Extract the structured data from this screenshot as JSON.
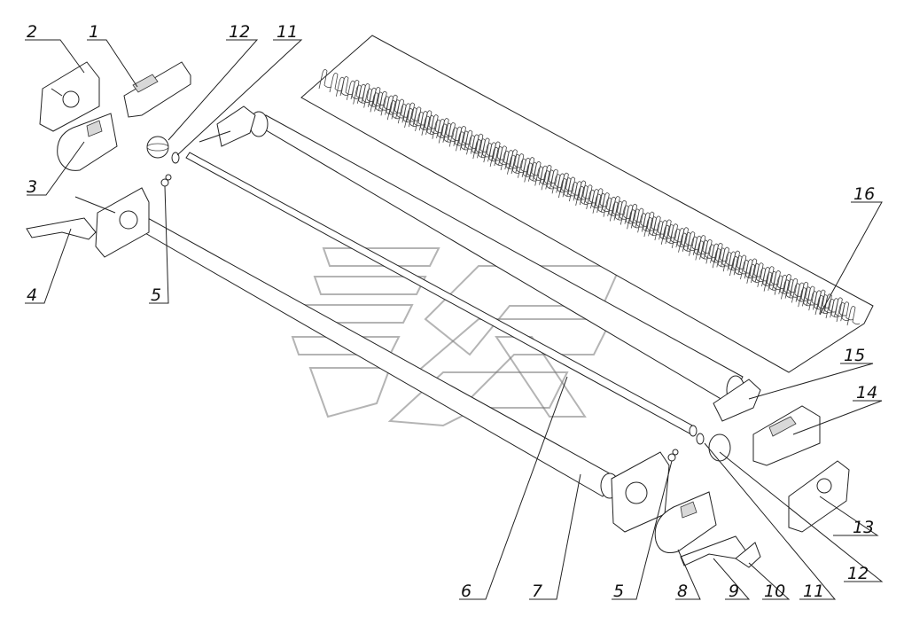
{
  "callouts": [
    {
      "id": "c2a",
      "text": "2"
    },
    {
      "id": "c1a",
      "text": "1"
    },
    {
      "id": "c12a",
      "text": "12"
    },
    {
      "id": "c11a",
      "text": "11"
    },
    {
      "id": "c3",
      "text": "3"
    },
    {
      "id": "c4",
      "text": "4"
    },
    {
      "id": "c5a",
      "text": "5"
    },
    {
      "id": "c16",
      "text": "16"
    },
    {
      "id": "c15",
      "text": "15"
    },
    {
      "id": "c14",
      "text": "14"
    },
    {
      "id": "c13",
      "text": "13"
    },
    {
      "id": "c12b",
      "text": "12"
    },
    {
      "id": "c11b",
      "text": "11"
    },
    {
      "id": "c10",
      "text": "10"
    },
    {
      "id": "c9",
      "text": "9"
    },
    {
      "id": "c8",
      "text": "8"
    },
    {
      "id": "c5b",
      "text": "5"
    },
    {
      "id": "c7",
      "text": "7"
    },
    {
      "id": "c6",
      "text": "6"
    }
  ]
}
